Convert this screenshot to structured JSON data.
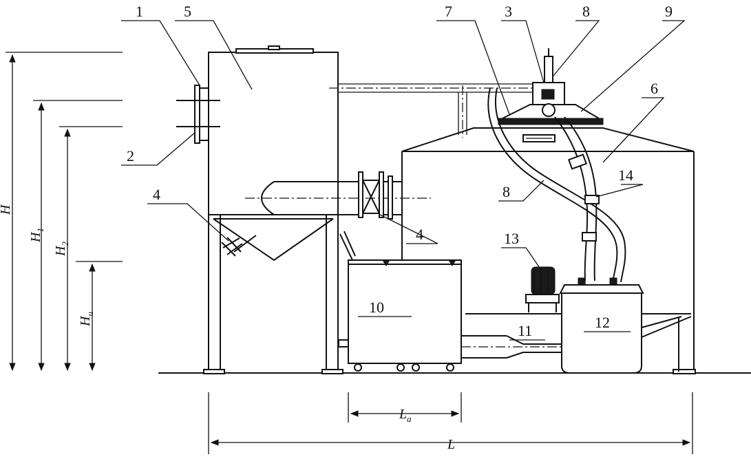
{
  "labels": {
    "n1": "1",
    "n2": "2",
    "n3": "3",
    "n4a": "4",
    "n4b": "4",
    "n5": "5",
    "n6": "6",
    "n7": "7",
    "n8a": "8",
    "n8b": "8",
    "n9": "9",
    "n10": "10",
    "n11": "11",
    "n12": "12",
    "n13": "13",
    "n14": "14"
  },
  "dimensions": {
    "H": {
      "main": "H",
      "sub": ""
    },
    "H1": {
      "main": "H",
      "sub": "1"
    },
    "H2": {
      "main": "H",
      "sub": "2"
    },
    "Hu": {
      "main": "H",
      "sub": "u"
    },
    "La": {
      "main": "L",
      "sub": "a"
    },
    "L": {
      "main": "L",
      "sub": ""
    }
  }
}
